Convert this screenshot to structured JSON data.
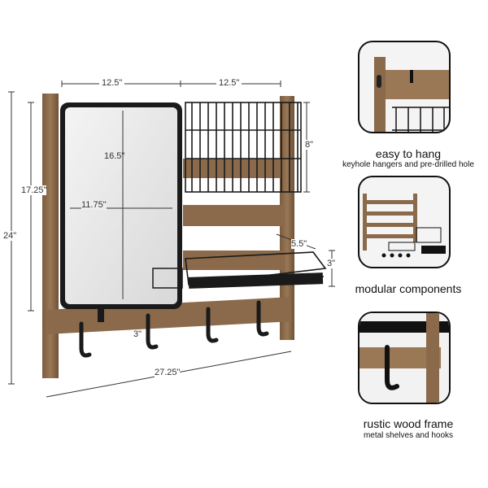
{
  "dimensions": {
    "top_left_width": "12.5\"",
    "top_right_width": "12.5\"",
    "mirror_height": "16.5\"",
    "mirror_width": "11.75\"",
    "frame_height": "17.25\"",
    "overall_height": "24\"",
    "basket_height": "8\"",
    "shelf_depth": "5.5\"",
    "shelf_height": "3\"",
    "hook_spacing": "3\"",
    "overall_width": "27.25\""
  },
  "features": [
    {
      "title": "easy to hang",
      "subtitle": "keyhole hangers and pre-drilled hole"
    },
    {
      "title": "modular components",
      "subtitle": ""
    },
    {
      "title": "rustic wood frame",
      "subtitle": "metal shelves and hooks"
    }
  ],
  "colors": {
    "wood": "#8a6a4a",
    "wood_dark": "#6e5238",
    "metal": "#1a1a1a",
    "mirror": "#e6e6e6"
  }
}
